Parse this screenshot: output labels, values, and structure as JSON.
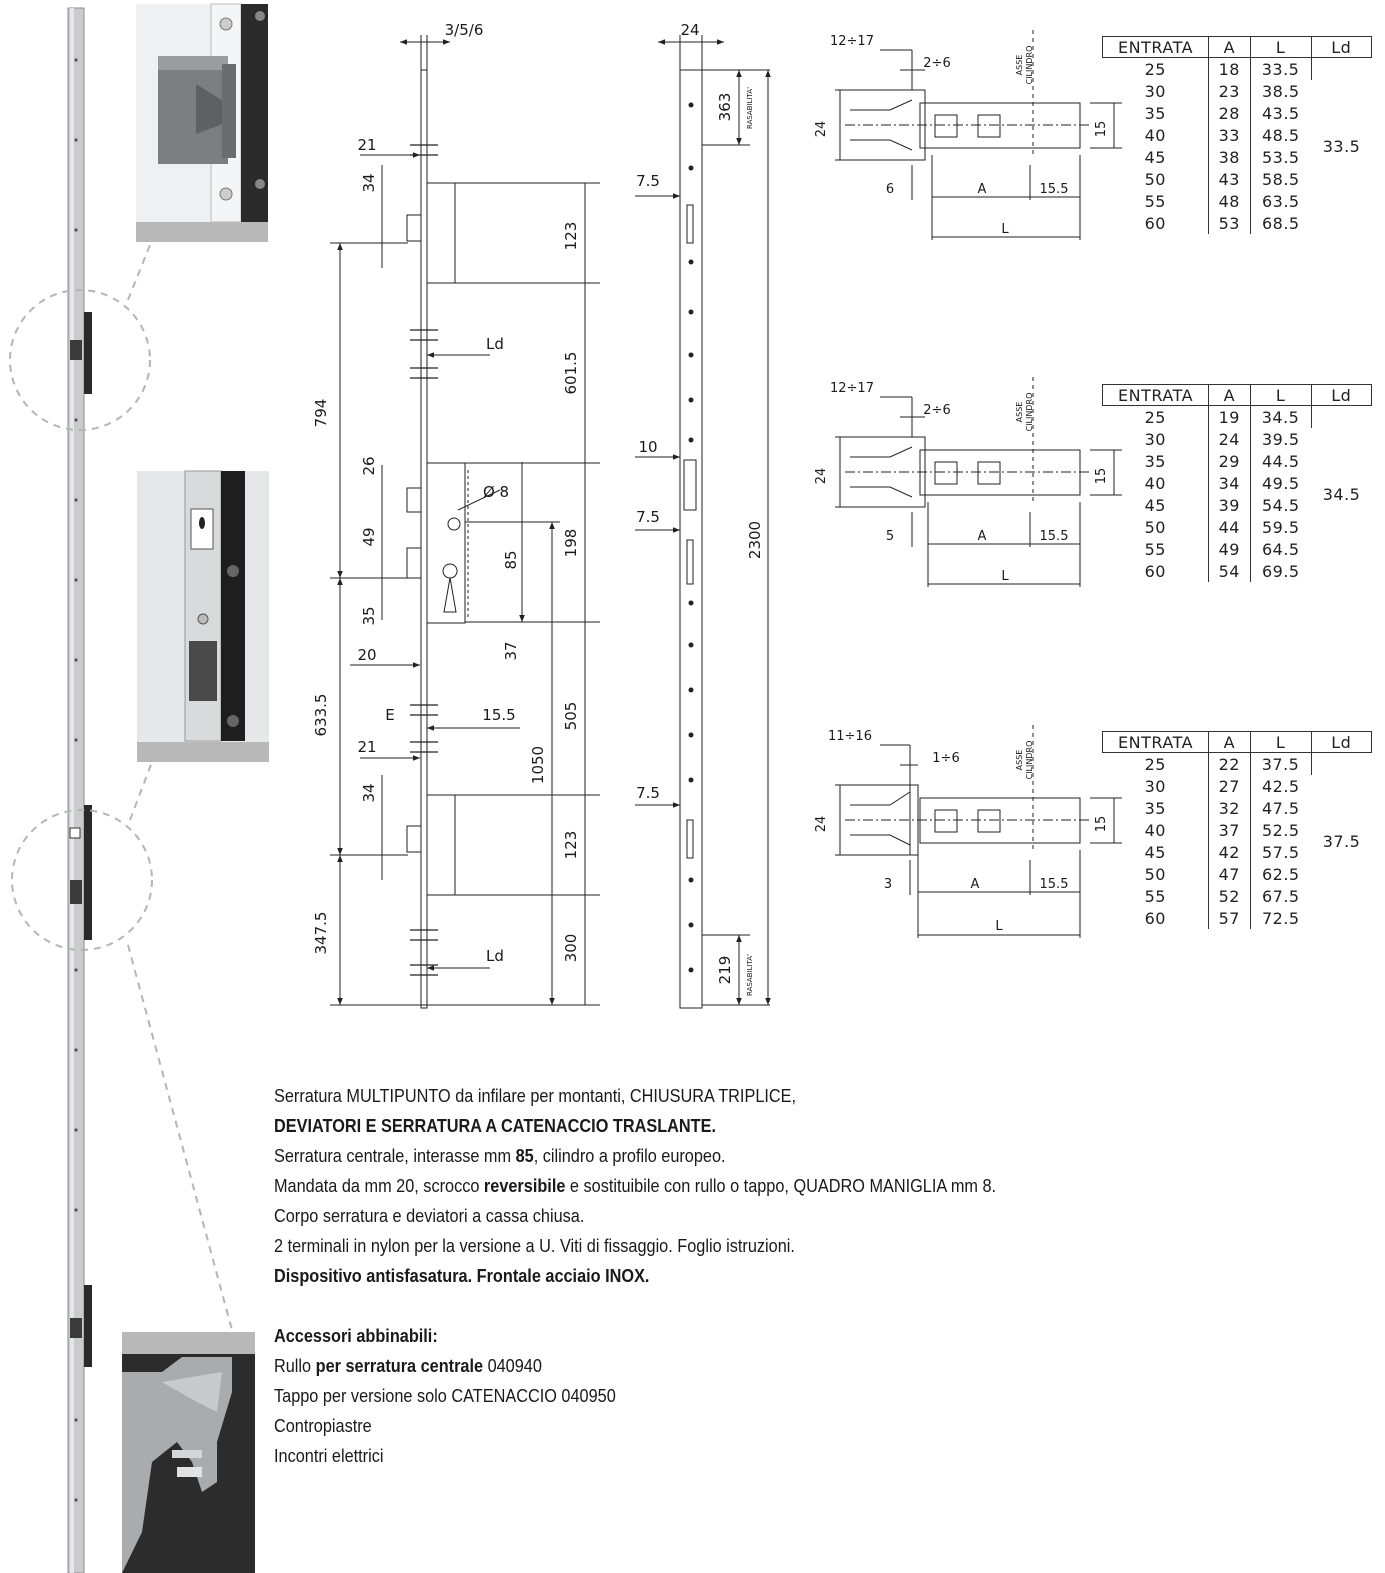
{
  "drawing_labels": {
    "front_thickness": "3/5/6",
    "front_width": "24",
    "dim_21_top": "21",
    "dim_34_top": "34",
    "dim_123_top": "123",
    "dim_ld_top": "Ld",
    "dim_601_5": "601.5",
    "dim_794": "794",
    "dim_26": "26",
    "dim_square": "Ø 8",
    "dim_49": "49",
    "dim_85": "85",
    "dim_198": "198",
    "dim_35": "35",
    "dim_37": "37",
    "dim_20": "20",
    "dim_e": "E",
    "dim_15_5": "15.5",
    "dim_505": "505",
    "dim_633_5": "633.5",
    "dim_1050": "1050",
    "dim_21_bot": "21",
    "dim_34_bot": "34",
    "dim_123_bot": "123",
    "dim_347_5": "347.5",
    "dim_ld_bot": "Ld",
    "dim_300": "300",
    "dim_363": "363",
    "rasabilita": "RASABILITA'",
    "dim_7_5_a": "7.5",
    "dim_10": "10",
    "dim_7_5_b": "7.5",
    "dim_7_5_c": "7.5",
    "dim_2300": "2300",
    "dim_219": "219",
    "asse_cilindro_1": "ASSE",
    "asse_cilindro_2": "CILINDRO"
  },
  "sections": [
    {
      "range": "12÷17",
      "gap": "2÷6",
      "height": "24",
      "bolt": "15",
      "offset": "6",
      "a": "A",
      "tip": "15.5",
      "l": "L"
    },
    {
      "range": "12÷17",
      "gap": "2÷6",
      "height": "24",
      "bolt": "15",
      "offset": "5",
      "a": "A",
      "tip": "15.5",
      "l": "L"
    },
    {
      "range": "11÷16",
      "gap": "1÷6",
      "height": "24",
      "bolt": "15",
      "offset": "3",
      "a": "A",
      "tip": "15.5",
      "l": "L"
    }
  ],
  "tables": [
    {
      "headers": [
        "ENTRATA",
        "A",
        "L",
        "Ld"
      ],
      "rows": [
        [
          "25",
          "18",
          "33.5"
        ],
        [
          "30",
          "23",
          "38.5"
        ],
        [
          "35",
          "28",
          "43.5"
        ],
        [
          "40",
          "33",
          "48.5"
        ],
        [
          "45",
          "38",
          "53.5"
        ],
        [
          "50",
          "43",
          "58.5"
        ],
        [
          "55",
          "48",
          "63.5"
        ],
        [
          "60",
          "53",
          "68.5"
        ]
      ],
      "ld": "33.5"
    },
    {
      "headers": [
        "ENTRATA",
        "A",
        "L",
        "Ld"
      ],
      "rows": [
        [
          "25",
          "19",
          "34.5"
        ],
        [
          "30",
          "24",
          "39.5"
        ],
        [
          "35",
          "29",
          "44.5"
        ],
        [
          "40",
          "34",
          "49.5"
        ],
        [
          "45",
          "39",
          "54.5"
        ],
        [
          "50",
          "44",
          "59.5"
        ],
        [
          "55",
          "49",
          "64.5"
        ],
        [
          "60",
          "54",
          "69.5"
        ]
      ],
      "ld": "34.5"
    },
    {
      "headers": [
        "ENTRATA",
        "A",
        "L",
        "Ld"
      ],
      "rows": [
        [
          "25",
          "22",
          "37.5"
        ],
        [
          "30",
          "27",
          "42.5"
        ],
        [
          "35",
          "32",
          "47.5"
        ],
        [
          "40",
          "37",
          "52.5"
        ],
        [
          "45",
          "42",
          "57.5"
        ],
        [
          "50",
          "47",
          "62.5"
        ],
        [
          "55",
          "52",
          "67.5"
        ],
        [
          "60",
          "57",
          "72.5"
        ]
      ],
      "ld": "37.5"
    }
  ],
  "description": {
    "l1a": "Serratura MULTIPUNTO  da infilare per montanti, CHIUSURA TRIPLICE,",
    "l2": "DEVIATORI E SERRATURA A CATENACCIO TRASLANTE.",
    "l3a": "Serratura centrale, interasse mm ",
    "l3b": "85",
    "l3c": ", cilindro a profilo europeo.",
    "l4a": "Mandata da mm 20, scrocco ",
    "l4b": "reversibile",
    "l4c": " e sostituibile con rullo o tappo, QUADRO MANIGLIA mm 8.",
    "l5": "Corpo serratura e deviatori a cassa chiusa.",
    "l6": "2 terminali in nylon per la versione a U. Viti di fissaggio. Foglio istruzioni.",
    "l7": "Dispositivo antisfasatura. Frontale acciaio INOX.",
    "acc_title": "Accessori abbinabili:",
    "acc1a": "Rullo ",
    "acc1b": "per serratura centrale",
    "acc1c": " 040940",
    "acc2": "Tappo per versione solo CATENACCIO 040950",
    "acc3": "Contropiastre",
    "acc4": "Incontri elettrici"
  }
}
